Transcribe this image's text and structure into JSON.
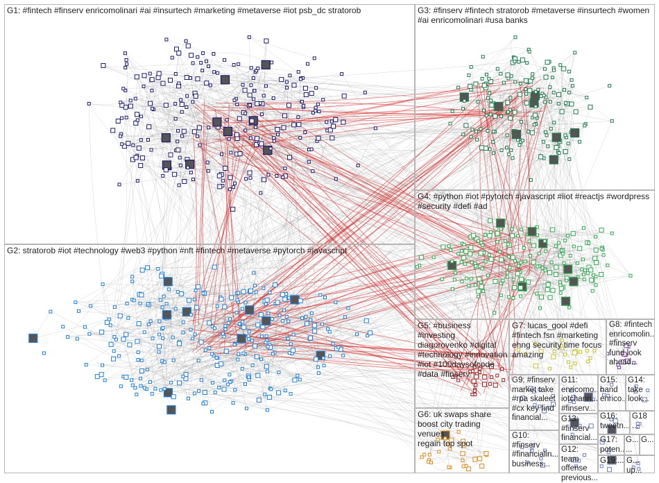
{
  "colors": {
    "background": "#ffffff",
    "border": "#b5b5b5",
    "edge_gray": "#8c8c8c",
    "edge_red": "#d42020",
    "g1_node": "#1a1a6e",
    "g2_node": "#1f7fd6",
    "g3_node": "#1d7a4d",
    "g4_node": "#2fa84f",
    "g5_node": "#9a1f1f",
    "g6_node": "#e08a1a",
    "g7_node": "#c9c224",
    "g8_node": "#7a3fa0",
    "misc_node": "#6f7fbf"
  },
  "groups": [
    {
      "id": "g1",
      "label": "G1: #fintech #finserv enricomolinari #ai #insurtech #marketing #metaverse #iot psb_dc stratorob"
    },
    {
      "id": "g2",
      "label": "G2: stratorob #iot #technology #web3 #python #nft #fintech #metaverse #pytorch #javascript"
    },
    {
      "id": "g3",
      "label": "G3: #finserv #fintech stratorob #metaverse #insurtech #women\n#ai enricomolinari #usa banks"
    },
    {
      "id": "g4",
      "label": "G4: #python #iot #pytorch #javascript #iiot #reactjs #wordpress\n#security #defi #ad"
    },
    {
      "id": "g5",
      "label": "G5: #business #investing\ndiagorovenko #digital\n#technology #innovation\n#iot #100daysofcode\n#data #finserv"
    },
    {
      "id": "g6",
      "label": "G6: uk swaps share\nboost city trading venues\nregain top spot"
    },
    {
      "id": "g7",
      "label": "G7: lucas_gool #defi\n#fintech fsn #marketing\nehng security time focus\namazing"
    },
    {
      "id": "g8",
      "label": "G8: #fintech\nenricomolin...\n#finserv\nfund look\nahead..."
    },
    {
      "id": "g9",
      "label": "G9: #finserv\nmarket take\n#rpa skaleet\n#cx key find\nfinancial..."
    },
    {
      "id": "g10",
      "label": "G10:\n#finserv\n#financialin...\nbusiness..."
    },
    {
      "id": "g11",
      "label": "G11:\nenricomo...\niotchann...\n#finserv..."
    },
    {
      "id": "g12",
      "label": "G12: team\noffense\nprevious..."
    },
    {
      "id": "g13",
      "label": "G13:\n#finserv\nfinancial..."
    },
    {
      "id": "g14",
      "label": "G14:\ntake\nlook..."
    },
    {
      "id": "g15",
      "label": "G15:\nhand\nenrico..."
    },
    {
      "id": "g16",
      "label": "G16:\ntweetn..."
    },
    {
      "id": "g17",
      "label": "G17:\npoten..."
    },
    {
      "id": "g18",
      "label": "G18\n..."
    },
    {
      "id": "g19",
      "label": "G19:..."
    },
    {
      "id": "g20",
      "label": "G...\n..."
    },
    {
      "id": "g21",
      "label": "G...\nup..."
    },
    {
      "id": "g22",
      "label": "G..."
    }
  ]
}
